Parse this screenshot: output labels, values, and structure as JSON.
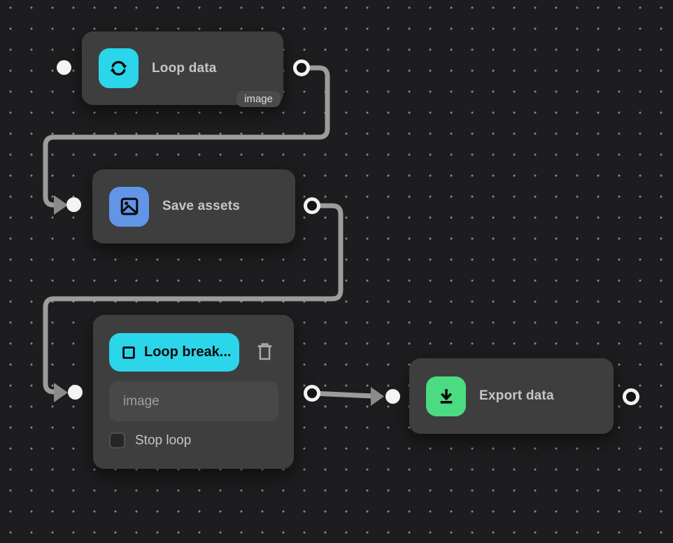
{
  "canvas": {
    "background_color": "#1d1d1f",
    "dot_color": "#8a8a8a",
    "wire_color": "#9c9c9c",
    "arrow_color": "#8b8b8b",
    "port_fill": "#f4f4f4",
    "port_inner": "#131313",
    "node_color": "#3e3e3e"
  },
  "nodes": {
    "loop_data": {
      "title": "Loop data",
      "icon": "loop-icon",
      "icon_bg": "#2bd5ea",
      "tag": "image"
    },
    "save_assets": {
      "title": "Save assets",
      "icon": "image-icon",
      "icon_bg": "#6095e8"
    },
    "loop_break": {
      "button_label": "Loop break...",
      "button_bg": "#2bd5ea",
      "input_value": "",
      "input_placeholder": "image",
      "checkbox_label": "Stop loop",
      "checkbox_checked": false
    },
    "export_data": {
      "title": "Export data",
      "icon": "download-icon",
      "icon_bg": "#4cdb80"
    }
  },
  "connections": [
    {
      "from": "loop_data",
      "to": "save_assets"
    },
    {
      "from": "save_assets",
      "to": "loop_break"
    },
    {
      "from": "loop_break",
      "to": "export_data"
    }
  ]
}
